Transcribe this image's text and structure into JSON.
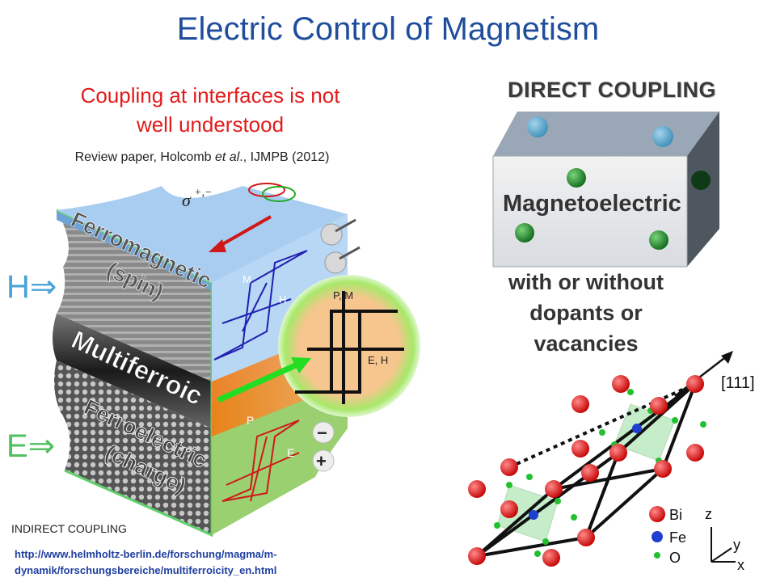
{
  "title": "Electric Control of Magnetism",
  "subtitle_line1": "Coupling at interfaces is not",
  "subtitle_line2": "well understood",
  "review": {
    "prefix": "Review paper, Holcomb ",
    "etal": "et al",
    "suffix": "., IJMPB (2012)"
  },
  "indirect_label": "INDIRECT COUPLING",
  "url_line1": "http://www.helmholtz-berlin.de/forschung/magma/m-",
  "url_line2": "dynamik/forschungsbereiche/multiferroicity_en.html",
  "direct": {
    "title": "DIRECT COUPLING",
    "box_label": "Magnetoelectric",
    "line1": "with or without",
    "line2": "dopants or",
    "line3": "vacancies"
  },
  "left_figure": {
    "h_label": "H⇒",
    "e_label": "E⇒",
    "sigma_label": "σ",
    "sigma_sup": "+,−",
    "ferromagnetic": "Ferromagnetic",
    "spin": "(spin)",
    "multiferroic": "Multiferroic",
    "ferroelectric": "Ferroelectric",
    "charge": "(charge)",
    "loop_m_label": "M",
    "loop_h_label": "H",
    "loop_p_label": "P",
    "loop_e_label": "E",
    "circle_pm": "P, M",
    "circle_eh": "E, H",
    "minus": "−",
    "plus": "+"
  },
  "crystal": {
    "direction": "[111]",
    "legend": [
      "Bi",
      "Fe",
      "O"
    ],
    "axes": {
      "z": "z",
      "y": "y",
      "x": "x"
    }
  },
  "colors": {
    "title": "#1f4e9c",
    "subtitle": "#e21b1b",
    "url": "#1f3fa0",
    "bi": "#e01010",
    "fe": "#1f3fd0",
    "o": "#22c030"
  }
}
